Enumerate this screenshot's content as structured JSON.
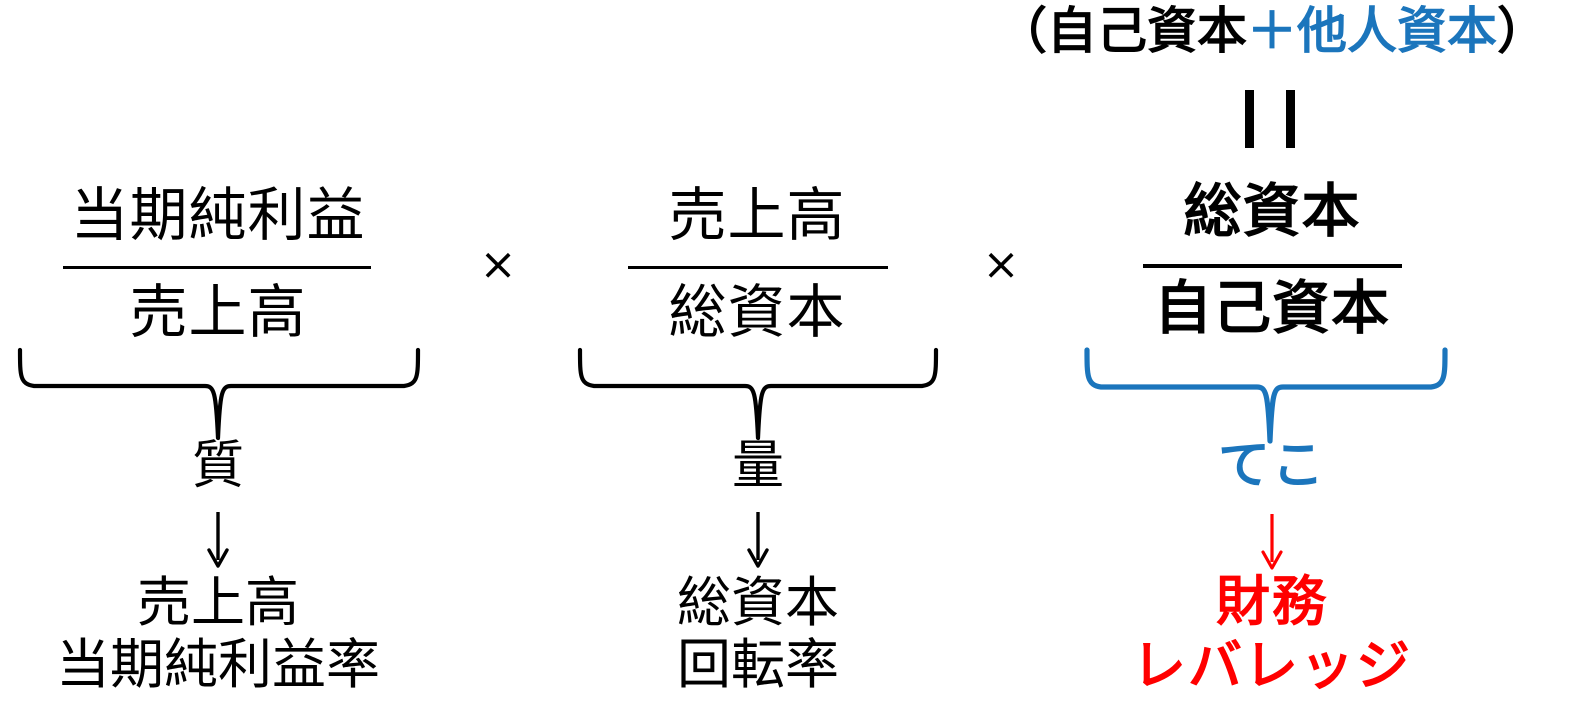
{
  "diagram": {
    "title_note": "ROE decomposition (DuPont) formula diagram",
    "colors": {
      "black": "#000000",
      "blue": "#1b75bc",
      "red": "#ff0000",
      "background": "#ffffff"
    },
    "header": {
      "paren_open": "（",
      "term_equity": "自己資本",
      "plus": "＋",
      "term_debt": "他人資本",
      "paren_close": "）",
      "equals_symbol": "‖"
    },
    "operators": {
      "multiply_1": "×",
      "multiply_2": "×",
      "arrow_down": "↓"
    },
    "columns": [
      {
        "id": "quality",
        "numerator": "当期純利益",
        "denominator": "売上高",
        "brace_label": "質",
        "result_line_1": "売上高",
        "result_line_2": "当期純利益率",
        "color": "#000000",
        "bold": false
      },
      {
        "id": "quantity",
        "numerator": "売上高",
        "denominator": "総資本",
        "brace_label": "量",
        "result_line_1": "総資本",
        "result_line_2": "回転率",
        "color": "#000000",
        "bold": false
      },
      {
        "id": "leverage",
        "numerator": "総資本",
        "denominator": "自己資本",
        "brace_label": "てこ",
        "result_line_1": "財務",
        "result_line_2": "レバレッジ",
        "color": "#1b75bc",
        "result_color": "#ff0000",
        "bold": true
      }
    ]
  }
}
